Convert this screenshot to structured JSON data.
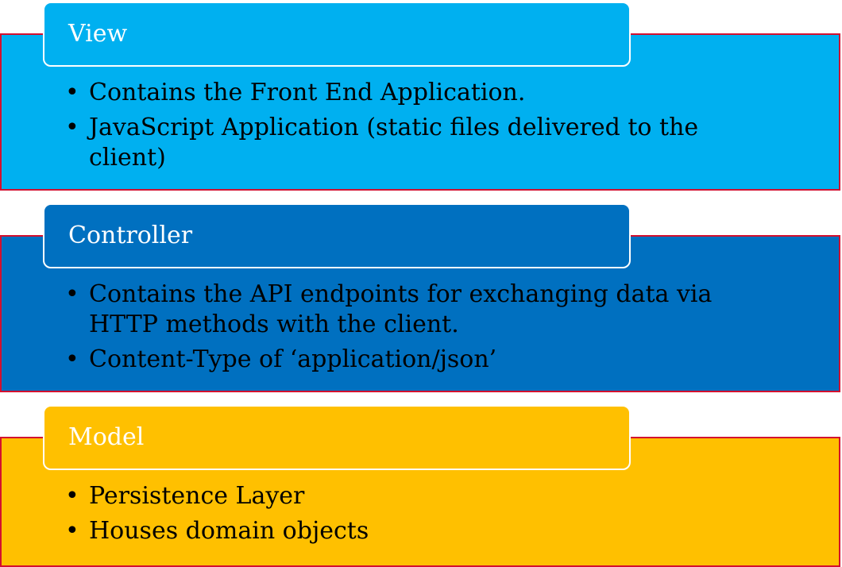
{
  "layers": [
    {
      "title": "View",
      "bullets": [
        "Contains the Front End Application.",
        "JavaScript Application (static files delivered to the client)"
      ],
      "fill_color": "#00b0f0"
    },
    {
      "title": "Controller",
      "bullets": [
        "Contains the API endpoints for exchanging data via HTTP methods with the client.",
        "Content-Type of ‘application/json’"
      ],
      "fill_color": "#0070c0"
    },
    {
      "title": "Model",
      "bullets": [
        "Persistence Layer",
        "Houses domain objects"
      ],
      "fill_color": "#ffc000"
    }
  ],
  "colors": {
    "border": "#d3102f",
    "header_text": "#ffffff",
    "body_text": "#000000"
  },
  "bullet_symbol": "•"
}
